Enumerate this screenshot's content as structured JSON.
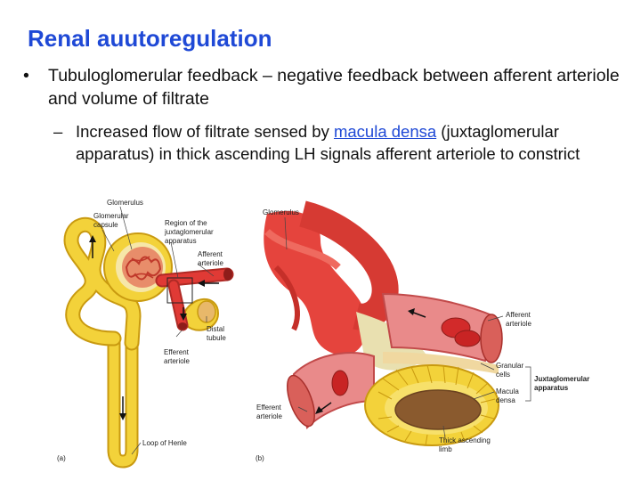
{
  "slide": {
    "title": "Renal auutoregulation",
    "bullet1": {
      "marker": "•",
      "text": "Tubuloglomerular feedback – negative feedback between afferent arteriole and volume of filtrate"
    },
    "bullet2": {
      "marker": "–",
      "prefix": "Increased flow of filtrate sensed by ",
      "link": "macula densa",
      "suffix": " (juxtaglomerular apparatus) in thick ascending LH signals afferent arteriole to constrict"
    }
  },
  "figure_a": {
    "panel": "(a)",
    "labels": {
      "glomerulus": "Glomerulus",
      "capsule_1": "Glomerular",
      "capsule_2": "capsule",
      "region_1": "Region of the",
      "region_2": "juxtaglomerular",
      "region_3": "apparatus",
      "afferent_1": "Afferent",
      "afferent_2": "arteriole",
      "distal_1": "Distal",
      "distal_2": "tubule",
      "efferent_1": "Efferent",
      "efferent_2": "arteriole",
      "loop": "Loop of Henle"
    }
  },
  "figure_b": {
    "panel": "(b)",
    "labels": {
      "glomerulus": "Glomerulus",
      "afferent_1": "Afferent",
      "afferent_2": "arteriole",
      "granular_1": "Granular",
      "granular_2": "cells",
      "macula_1": "Macula",
      "macula_2": "densa",
      "jga_1": "Juxtaglomerular",
      "jga_2": "apparatus",
      "efferent_1": "Efferent",
      "efferent_2": "arteriole",
      "thick_1": "Thick ascending",
      "thick_2": "limb"
    }
  },
  "colors": {
    "title": "#1f49d6",
    "link": "#1f49d6",
    "tubule": "#f3d23a",
    "vessel": "#e03a35"
  }
}
